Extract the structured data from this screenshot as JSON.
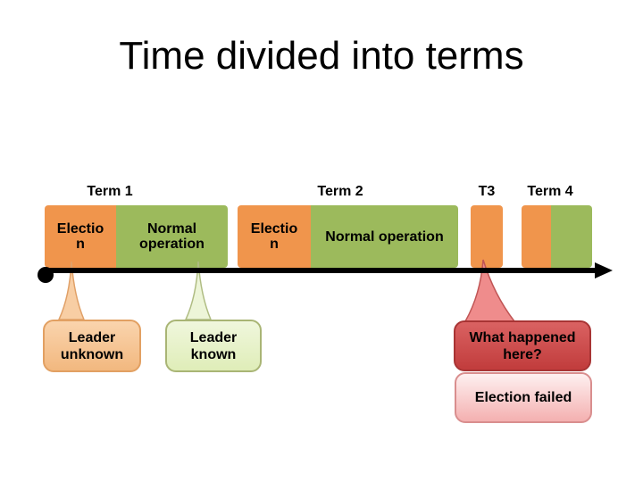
{
  "slide": {
    "title": "Time divided into terms"
  },
  "timeline": {
    "term_labels": [
      {
        "id": "term-1",
        "text": "Term 1"
      },
      {
        "id": "term-2",
        "text": "Term 2"
      },
      {
        "id": "term-3",
        "text": "T3"
      },
      {
        "id": "term-4",
        "text": "Term 4"
      }
    ],
    "blocks": [
      {
        "name": "election-1",
        "term": 1,
        "type": "election",
        "lines": [
          "Electio",
          "n"
        ]
      },
      {
        "name": "normal-1",
        "term": 1,
        "type": "normal-operation",
        "lines": [
          "Normal",
          "operation"
        ]
      },
      {
        "name": "election-2",
        "term": 2,
        "type": "election",
        "lines": [
          "Electio",
          "n"
        ]
      },
      {
        "name": "normal-2",
        "term": 2,
        "type": "normal-operation",
        "lines": [
          "Normal operation"
        ]
      },
      {
        "name": "election-3",
        "term": 3,
        "type": "election",
        "lines": []
      },
      {
        "name": "election-4",
        "term": 4,
        "type": "election",
        "lines": []
      },
      {
        "name": "normal-4",
        "term": 4,
        "type": "normal-operation",
        "lines": []
      }
    ],
    "axis": {
      "direction": "left-to-right",
      "start_marker": "filled-circle",
      "end_marker": "arrowhead"
    }
  },
  "callouts": [
    {
      "name": "leader-unknown",
      "points_to": "election-1",
      "lines": [
        "Leader",
        "unknown"
      ]
    },
    {
      "name": "leader-known",
      "points_to": "normal-1",
      "lines": [
        "Leader",
        "known"
      ]
    },
    {
      "name": "what-happened",
      "points_to": "election-3",
      "lines": [
        "What happened",
        "here?"
      ]
    }
  ],
  "note": {
    "name": "election-failed",
    "text": "Election failed"
  },
  "colors": {
    "election_block": "#F0954C",
    "normal_block": "#9CBA5C",
    "leader_unknown_fill": "#F6C697",
    "leader_known_fill": "#E7F2C8",
    "what_happened_fill": "#CE4F4F",
    "election_failed_fill": "#F8D0D0",
    "timeline": "#000000",
    "background": "#FFFFFF",
    "text": "#000000"
  }
}
